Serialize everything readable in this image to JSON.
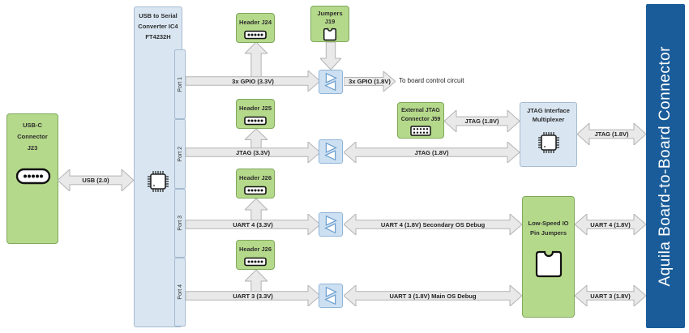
{
  "colors": {
    "green_fill": "#b5d98a",
    "green_border": "#7ea85c",
    "blue_fill": "#d9e6f2",
    "blue_border": "#a6bad0",
    "shifter_fill": "#cde0f2",
    "shifter_border": "#8fb4d8",
    "bar_fill": "#1a5c99",
    "arrow_fill": "#e9e9e9",
    "arrow_border": "#b3b3b3"
  },
  "usbc": {
    "l1": "USB-C",
    "l2": "Connector",
    "l3": "J23"
  },
  "usb_arrow_label": "USB (2.0)",
  "converter": {
    "l1": "USB to Serial",
    "l2": "Converter IC4",
    "l3": "FT4232H",
    "ports": [
      "Port 1",
      "Port 2",
      "Port 3",
      "Port 4"
    ]
  },
  "row1": {
    "header": "Header J24",
    "jumpers_l1": "Jumpers",
    "jumpers_l2": "J19",
    "arrow_33": "3x GPIO (3.3V)",
    "arrow_18": "3x GPIO (1.8V)",
    "dest": "To board control circuit"
  },
  "row2": {
    "header": "Header J25",
    "arrow_33": "JTAG (3.3V)",
    "arrow_18": "JTAG (1.8V)",
    "ext_l1": "External JTAG",
    "ext_l2": "Connector J59",
    "ext_arrow": "JTAG (1.8V)",
    "mux_l1": "JTAG Interface",
    "mux_l2": "Multiplexer",
    "mux_arrow": "JTAG (1.8V)"
  },
  "row3": {
    "header": "Header J26",
    "arrow_33": "UART 4 (3.3V)",
    "arrow_18": "UART 4 (1.8V) Secondary OS Debug",
    "right_arrow": "UART 4 (1.8V)"
  },
  "row4": {
    "header": "Header J26",
    "arrow_33": "UART 3 (3.3V)",
    "arrow_18": "UART 3 (1.8V) Main OS Debug",
    "right_arrow": "UART 3 (1.8V)"
  },
  "lowspeed": {
    "l1": "Low-Speed IO",
    "l2": "Pin Jumpers"
  },
  "bar_label": "Aquila Board-to-Board Connector",
  "icons": {
    "usb_c_port": "pill outline with contact dots",
    "chip": "QFP chip with pins",
    "pin_header": "single-row 5-pin header",
    "dual_row_header": "dual-row 10-pin header",
    "jumper_shunt": "jumper shunt cap with top notch",
    "level_shifter": "bidirectional buffer triangles"
  }
}
